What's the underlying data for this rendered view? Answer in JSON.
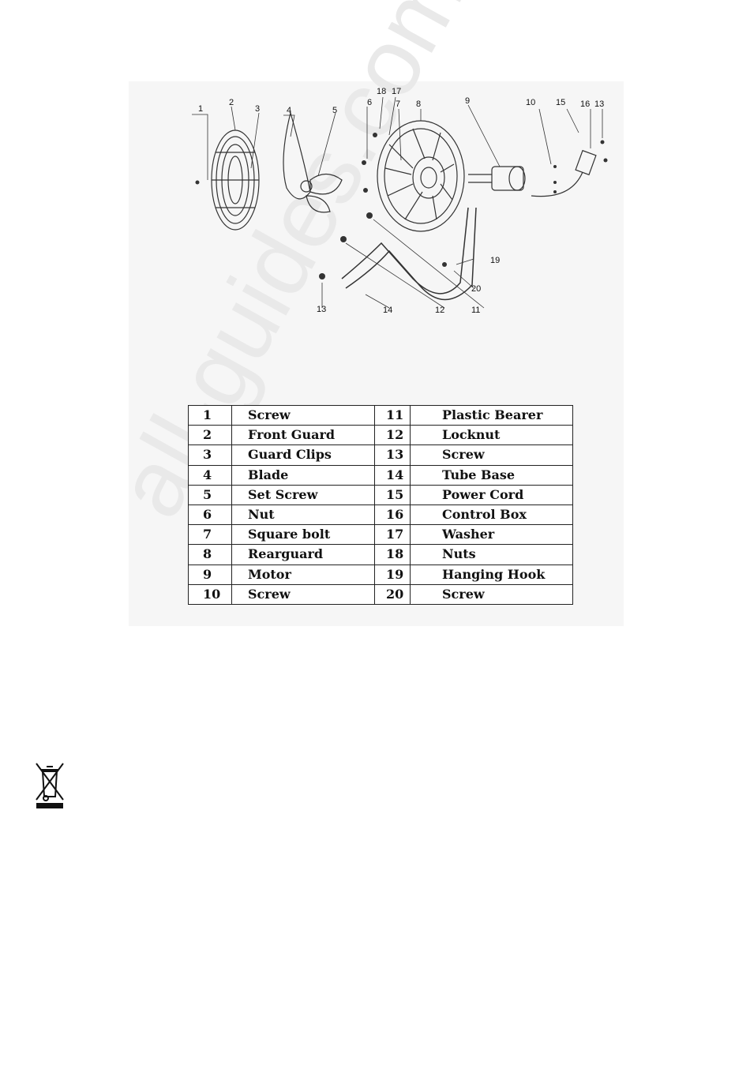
{
  "diagram": {
    "callouts": [
      "1",
      "2",
      "3",
      "4",
      "5",
      "6",
      "18",
      "17",
      "7",
      "8",
      "9",
      "10",
      "15",
      "16",
      "13",
      "19",
      "20",
      "13",
      "14",
      "12",
      "11"
    ]
  },
  "parts_table": {
    "rows": [
      {
        "left_no": "1",
        "left_name": "Screw",
        "right_no": "11",
        "right_name": "Plastic Bearer"
      },
      {
        "left_no": "2",
        "left_name": "Front Guard",
        "right_no": "12",
        "right_name": "Locknut"
      },
      {
        "left_no": "3",
        "left_name": "Guard Clips",
        "right_no": "13",
        "right_name": "Screw"
      },
      {
        "left_no": "4",
        "left_name": "Blade",
        "right_no": "14",
        "right_name": "Tube Base"
      },
      {
        "left_no": "5",
        "left_name": "Set Screw",
        "right_no": "15",
        "right_name": "Power Cord"
      },
      {
        "left_no": "6",
        "left_name": "Nut",
        "right_no": "16",
        "right_name": "Control Box"
      },
      {
        "left_no": "7",
        "left_name": "Square bolt",
        "right_no": "17",
        "right_name": "Washer"
      },
      {
        "left_no": "8",
        "left_name": "Rearguard",
        "right_no": "18",
        "right_name": "Nuts"
      },
      {
        "left_no": "9",
        "left_name": "Motor",
        "right_no": "19",
        "right_name": "Hanging Hook"
      },
      {
        "left_no": "10",
        "left_name": "Screw",
        "right_no": "20",
        "right_name": "Screw"
      }
    ]
  },
  "watermark": "all-guides.com",
  "icons": {
    "disposal": "crossed-out-wheelie-bin-icon"
  }
}
